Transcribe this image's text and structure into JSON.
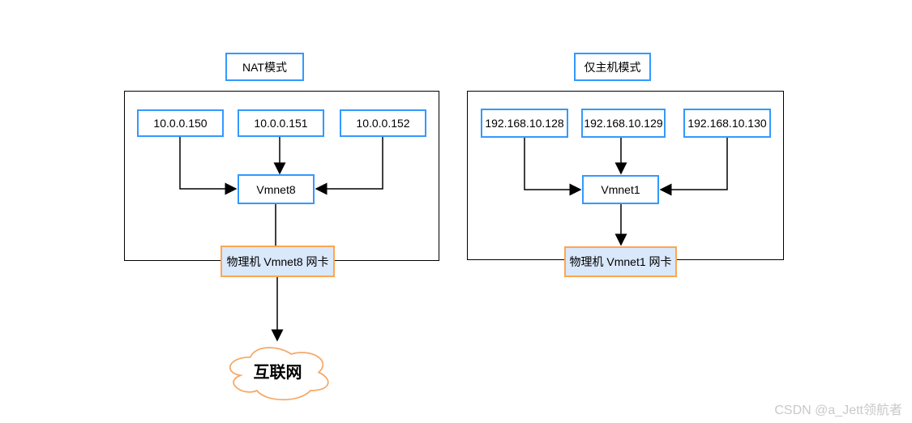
{
  "diagrams": [
    {
      "title": "NAT模式",
      "vm_ips": [
        "10.0.0.150",
        "10.0.0.151",
        "10.0.0.152"
      ],
      "switch_label": "Vmnet8",
      "host_adapter_label": "物理机 Vmnet8 网卡"
    },
    {
      "title": "仅主机模式",
      "vm_ips": [
        "192.168.10.128",
        "192.168.10.129",
        "192.168.10.130"
      ],
      "switch_label": "Vmnet1",
      "host_adapter_label": "物理机 Vmnet1 网卡"
    }
  ],
  "internet_cloud_label": "互联网",
  "watermark": "CSDN @a_Jett领航者",
  "colors": {
    "accent_blue": "#3399FF",
    "accent_orange": "#FFA550",
    "adapter_fill": "#DAE8FC",
    "cloud_stroke": "#F5AA6B",
    "line_color": "#000000",
    "watermark_color": "#C9C9C9"
  }
}
